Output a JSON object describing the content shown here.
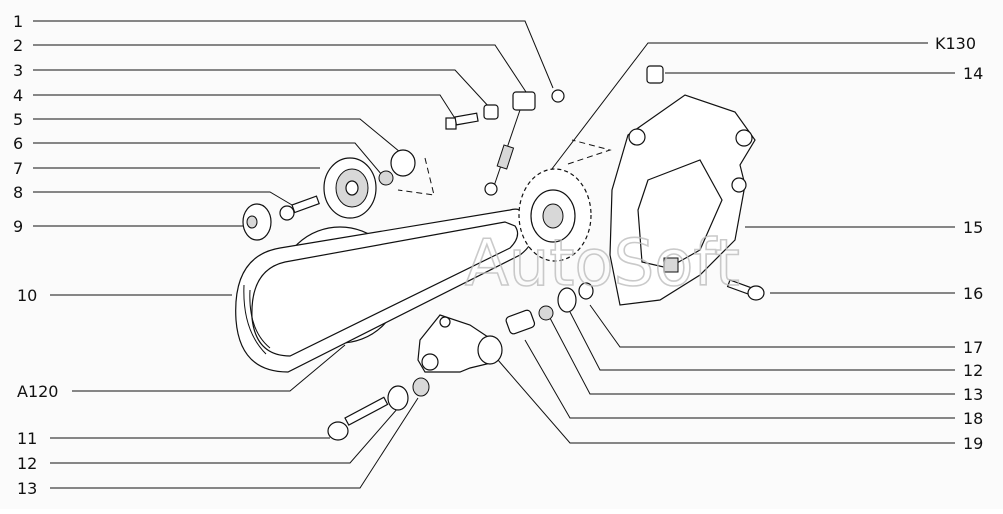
{
  "watermark": "AutoSoft",
  "callouts": {
    "left": [
      {
        "label": "1"
      },
      {
        "label": "2"
      },
      {
        "label": "3"
      },
      {
        "label": "4"
      },
      {
        "label": "5"
      },
      {
        "label": "6"
      },
      {
        "label": "7"
      },
      {
        "label": "8"
      },
      {
        "label": "9"
      },
      {
        "label": "10"
      },
      {
        "label": "A120"
      },
      {
        "label": "11"
      },
      {
        "label": "12"
      },
      {
        "label": "13"
      }
    ],
    "right": [
      {
        "label": "K130"
      },
      {
        "label": "14"
      },
      {
        "label": "15"
      },
      {
        "label": "16"
      },
      {
        "label": "17"
      },
      {
        "label": "12"
      },
      {
        "label": "13"
      },
      {
        "label": "18"
      },
      {
        "label": "19"
      }
    ]
  }
}
